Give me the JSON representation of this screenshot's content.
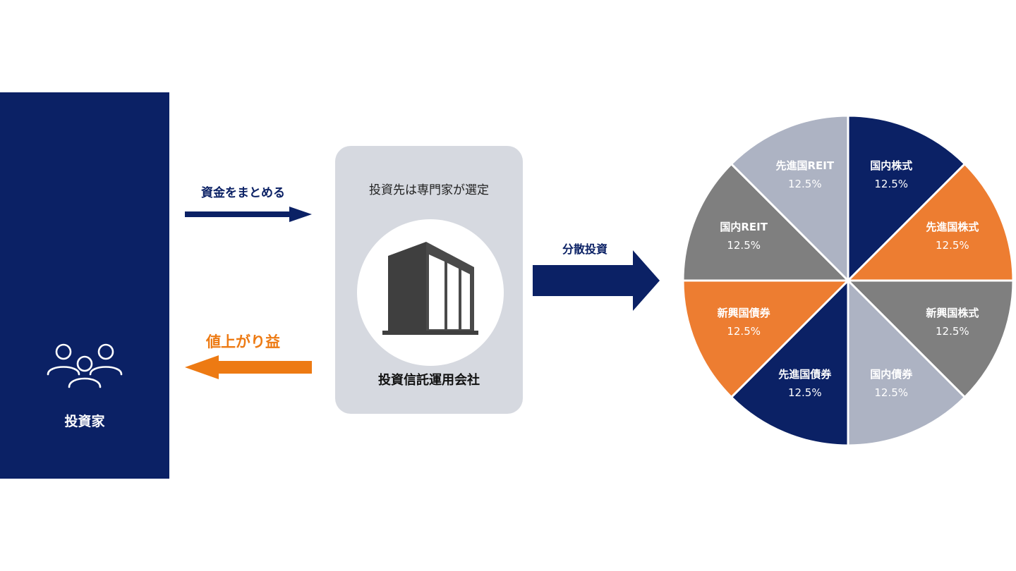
{
  "investor": {
    "label": "投資家",
    "icon": "people-group-icon",
    "color": "#0b2165"
  },
  "flows": {
    "pool_label": "資金をまとめる",
    "return_label": "値上がり益",
    "diversify_label": "分散投資"
  },
  "company": {
    "heading": "投資先は専門家が選定",
    "caption": "投資信託運用会社",
    "icon": "office-building-icon"
  },
  "colors": {
    "navy": "#0b2165",
    "orange": "#ed7a13",
    "card": "#d6d9e0"
  },
  "chart_data": {
    "type": "pie",
    "categories": [
      "国内株式",
      "先進国株式",
      "新興国株式",
      "国内債券",
      "先進国債券",
      "新興国債券",
      "国内REIT",
      "先進国REIT"
    ],
    "values": [
      12.5,
      12.5,
      12.5,
      12.5,
      12.5,
      12.5,
      12.5,
      12.5
    ],
    "value_labels": [
      "12.5%",
      "12.5%",
      "12.5%",
      "12.5%",
      "12.5%",
      "12.5%",
      "12.5%",
      "12.5%"
    ],
    "colors": [
      "#0b2165",
      "#ed7d31",
      "#7f7f7f",
      "#adb3c3",
      "#0b2165",
      "#ed7d31",
      "#7f7f7f",
      "#adb3c3"
    ]
  }
}
